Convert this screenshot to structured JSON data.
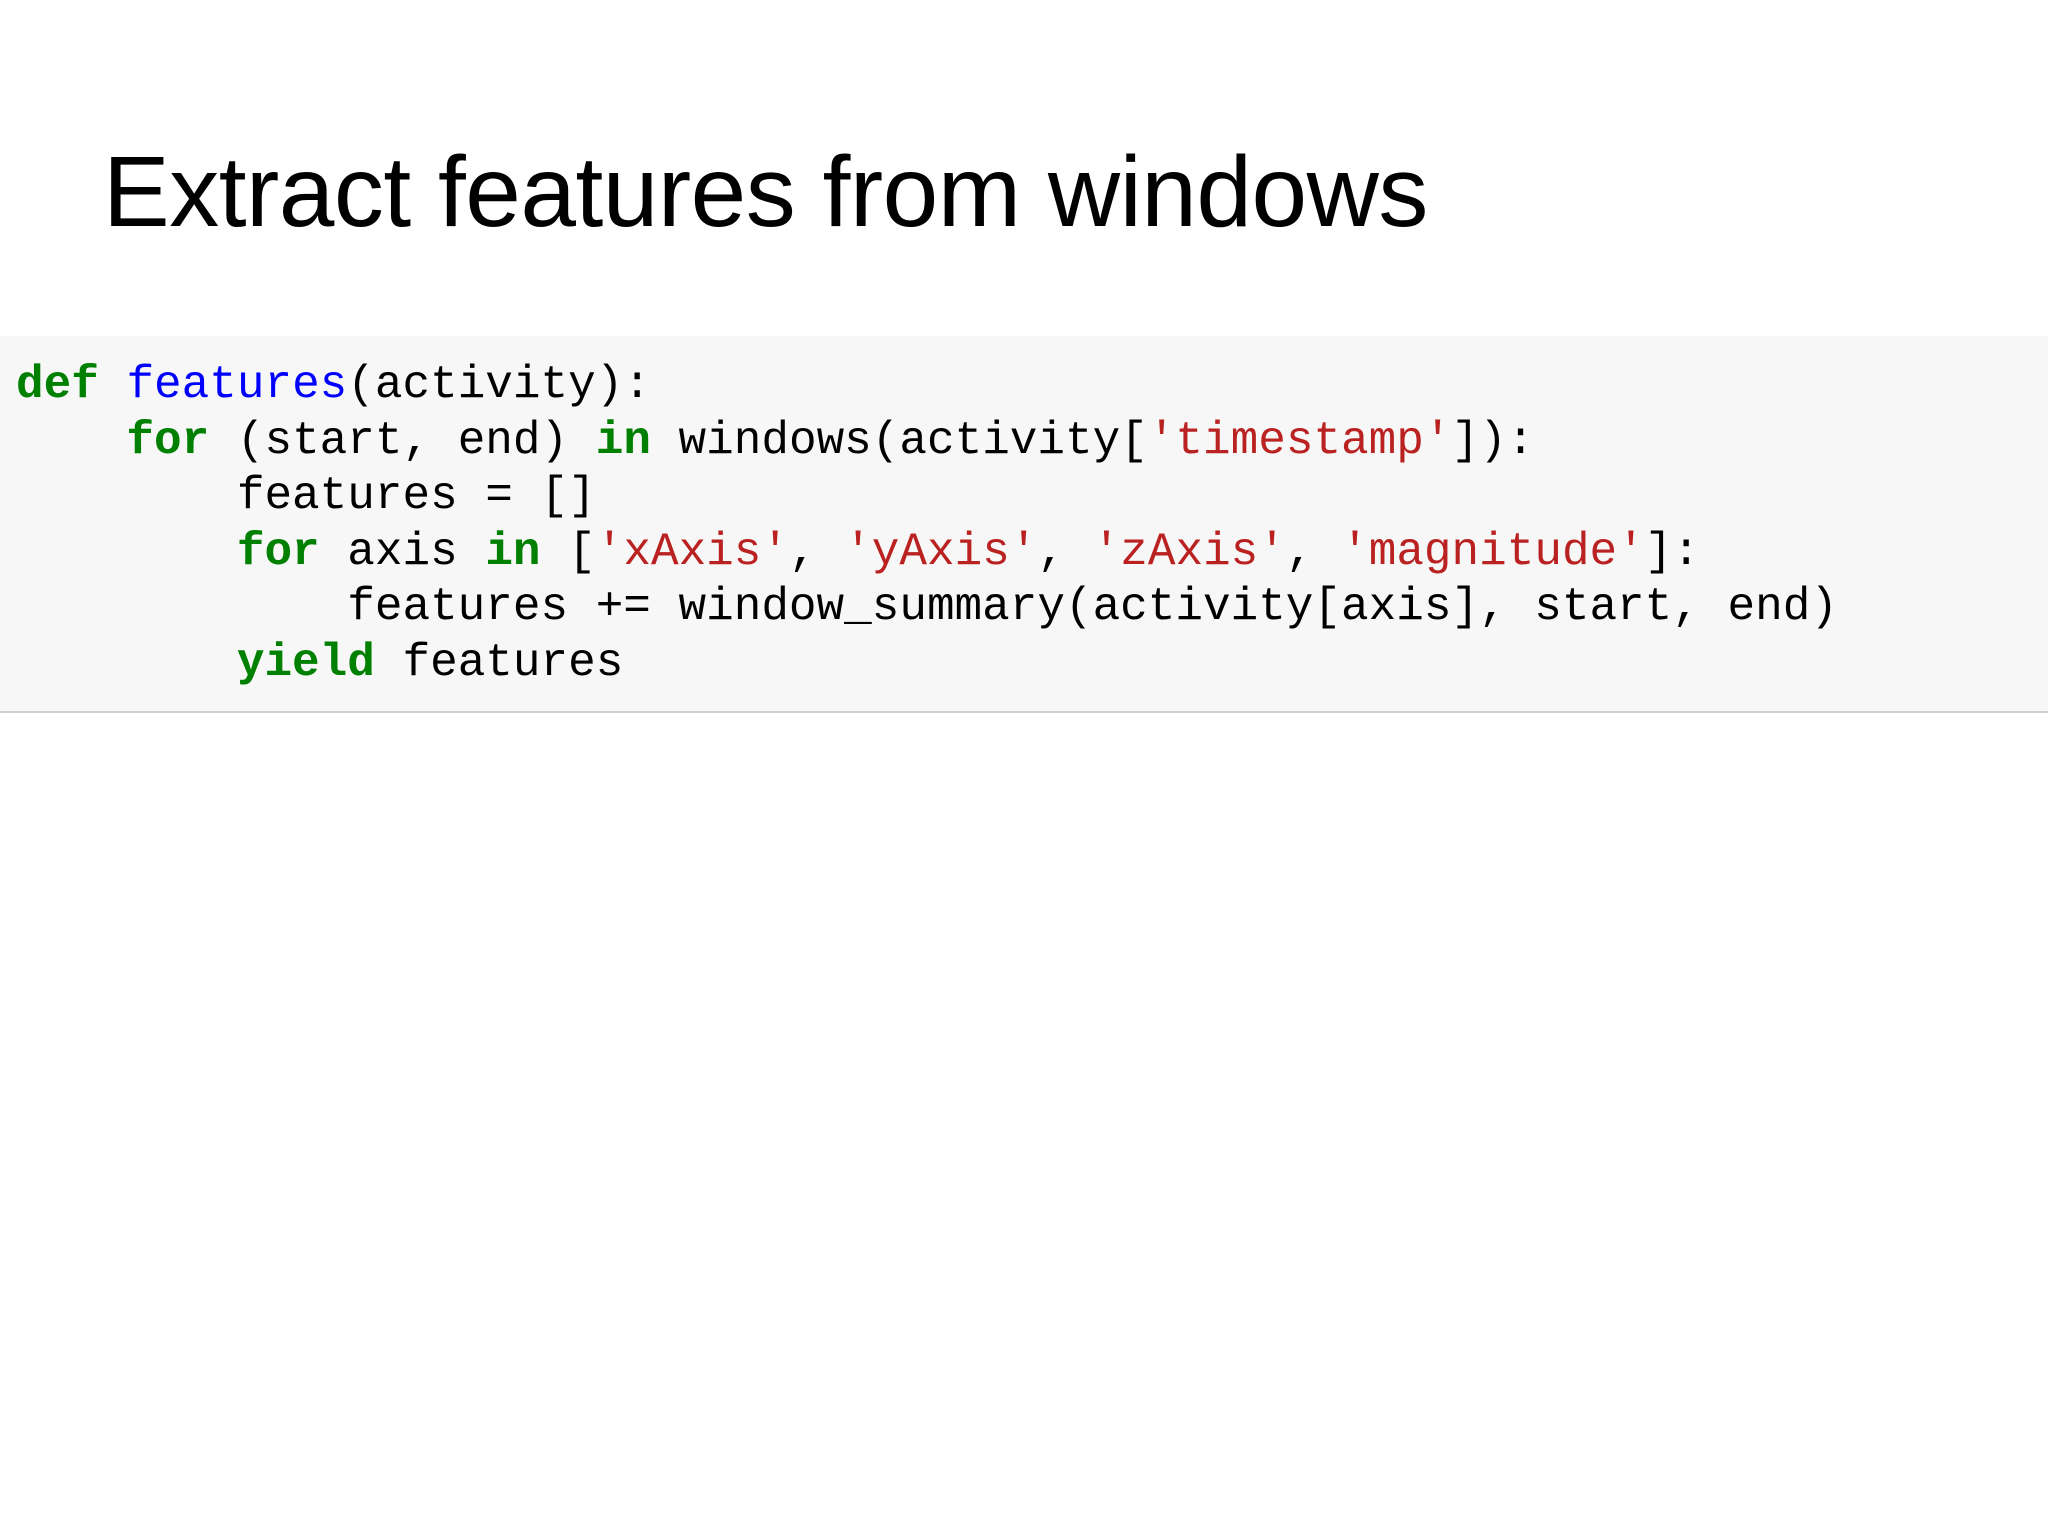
{
  "slide": {
    "title": "Extract features from windows"
  },
  "code": {
    "colors": {
      "keyword": "#008000",
      "function_name": "#0000ff",
      "string": "#ba2121",
      "text": "#000000",
      "cell_background": "#f7f7f7"
    },
    "lines": [
      [
        {
          "type": "kw",
          "text": "def"
        },
        {
          "type": "plain",
          "text": " "
        },
        {
          "type": "fn",
          "text": "features"
        },
        {
          "type": "plain",
          "text": "(activity):"
        }
      ],
      [
        {
          "type": "plain",
          "text": "    "
        },
        {
          "type": "kw",
          "text": "for"
        },
        {
          "type": "plain",
          "text": " (start, end) "
        },
        {
          "type": "kw",
          "text": "in"
        },
        {
          "type": "plain",
          "text": " windows(activity["
        },
        {
          "type": "str",
          "text": "'timestamp'"
        },
        {
          "type": "plain",
          "text": "]):"
        }
      ],
      [
        {
          "type": "plain",
          "text": "        features = []"
        }
      ],
      [
        {
          "type": "plain",
          "text": "        "
        },
        {
          "type": "kw",
          "text": "for"
        },
        {
          "type": "plain",
          "text": " axis "
        },
        {
          "type": "kw",
          "text": "in"
        },
        {
          "type": "plain",
          "text": " ["
        },
        {
          "type": "str",
          "text": "'xAxis'"
        },
        {
          "type": "plain",
          "text": ", "
        },
        {
          "type": "str",
          "text": "'yAxis'"
        },
        {
          "type": "plain",
          "text": ", "
        },
        {
          "type": "str",
          "text": "'zAxis'"
        },
        {
          "type": "plain",
          "text": ", "
        },
        {
          "type": "str",
          "text": "'magnitude'"
        },
        {
          "type": "plain",
          "text": "]:"
        }
      ],
      [
        {
          "type": "plain",
          "text": "            features += window_summary(activity[axis], start, end)"
        }
      ],
      [
        {
          "type": "plain",
          "text": "        "
        },
        {
          "type": "kw",
          "text": "yield"
        },
        {
          "type": "plain",
          "text": " features"
        }
      ]
    ]
  }
}
